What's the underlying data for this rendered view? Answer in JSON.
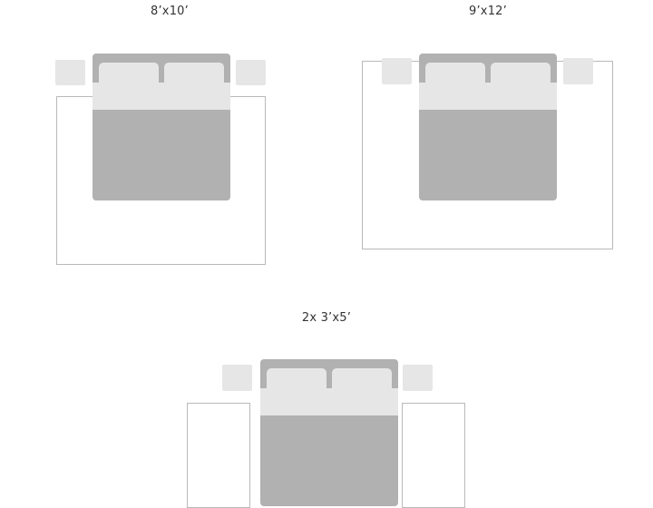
{
  "layouts": [
    {
      "label": "8’x10’"
    },
    {
      "label": "9’x12’"
    },
    {
      "label": "2x  3’x5’"
    }
  ],
  "colors": {
    "bed_frame": "#b1b1b1",
    "bedding": "#e6e6e6",
    "rug_outline": "#b9b9b9",
    "text": "#333333"
  }
}
